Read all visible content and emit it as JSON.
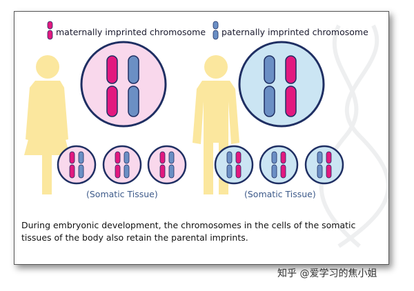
{
  "legend": {
    "maternal_label": "maternally imprinted chromosome",
    "paternal_label": "paternally imprinted chromosome"
  },
  "female_panel": {
    "somatic_label": "(Somatic Tissue)"
  },
  "male_panel": {
    "somatic_label": "(Somatic Tissue)"
  },
  "caption": "During embryonic development, the chromosomes in the cells of the somatic tissues of the body also retain the parental imprints.",
  "watermark": "知乎 @爱学习的焦小姐",
  "colors": {
    "maternal": "#e2197f",
    "paternal": "#6b8fc4",
    "female_cell": "#f9d8ec",
    "male_cell": "#cbe5f3",
    "figure": "#fbe79e",
    "outline": "#1f2f63"
  }
}
